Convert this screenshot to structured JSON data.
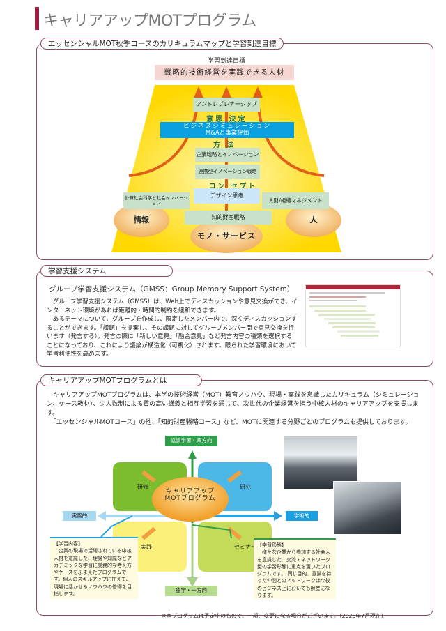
{
  "title": "キャリアアップMOTプログラム",
  "section1": {
    "heading": "エッセンシャルMOT秋季コースのカリキュラムマップと学習到達目標",
    "goal_label": "学習到達目標",
    "goal": "戦略的技術経営を実践できる人材",
    "boxes": {
      "entrepreneurship": "アントレプレナーシップ",
      "business_sim_1": "ビジネスシミュレーション",
      "business_sim_2": "M&Aと事業評価",
      "corp_strategy": "企業戦略とイノベーション",
      "collab_innovation": "連携型イノベーション戦略",
      "design_thinking": "デザイン思考",
      "computational": "計算社会科学と社会イノベーション",
      "hr": "人財/組織マネジメント",
      "ip": "知的財産戦略"
    },
    "levels": {
      "decision": "意思 決定",
      "method": "方 法",
      "concept": "コン セプト"
    },
    "foundations": {
      "info": "情報",
      "people": "人",
      "goods": "モノ・サービス"
    }
  },
  "section2": {
    "heading": "学習支援システム",
    "subtitle": "グループ学習支援システム（GMSS：Group Memory Support System）",
    "para1": "グループ学習支援システム（GMSS）は、Web上でディスカッションや意見交換ができ、インターネット環境があれば距離的・時間的制約を緩和できます。",
    "para2": "あるテーマについて、グループを作成し、限定したメンバー内で、深くディスカッションすることができます。「議題」を提案し、その議題に対してグループメンバー間で意見交換を行います（発言する）。発言の際に「新しい意見」「融合意見」など発言内容の種類を選択することになっており、これにより議論が構造化（可視化）されます。限られた学習環境において学習利便性を高めます。"
  },
  "section3": {
    "heading": "キャリアアップMOTプログラムとは",
    "para1": "キャリアアップMOTプログラムは、本学の技術経営（MOT）教育ノウハウ、現場・実践を意識したカリキュラム（シミュレーション、ケース教材）、少人数制による質の高い講義と相互学習を通じて、次世代の企業経営を担う中核人材のキャリアアップを支援します。",
    "para2": "「エッセンシャルMOTコース」の他、「知的財産戦略コース」など、MOTに関連する分野ごとのプログラムも提供しております。",
    "axes": {
      "top": "協調学習・双方向",
      "bottom": "独学・一方向",
      "left": "実務的",
      "right": "学術的"
    },
    "quadrants": {
      "training": "研修",
      "research": "研究",
      "practice": "実践",
      "seminar": "セミナー"
    },
    "center": [
      "キャリアアップ",
      "MOTプログラム"
    ],
    "content_box": {
      "title": "【学習内容】",
      "body": "企業の現場で活躍されている中核人材を意識した、理論や知識などアカデミックな学習に実務的な考え方やケースをふまえたプログラムです。個人のスキルアップに加えて、現場に活かせるノウハウの修得を目指します。"
    },
    "form_box": {
      "title": "【学習形態】",
      "body": "様々な企業から参加する社会人を意識した、交流・ネットワーク型の学習形態に重点を置いたプログラムです。 同じ目的、意識を持った仲間とのネットワークは今後のビジネス上においても財産になります。"
    }
  },
  "footer": "※本プログラムは予定中のもので、一部、変更になる場合がございます。（2023年7月現在）",
  "colors": {
    "accent": "#9b2042",
    "border": "#8e4a66",
    "yellow": "#ffd800",
    "blue": "#0aa0e0",
    "orange": "#e0601a"
  }
}
